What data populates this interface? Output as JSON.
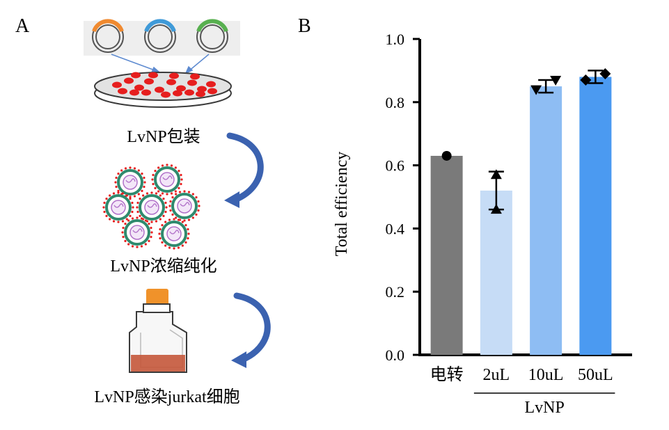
{
  "panel_a": {
    "label": "A",
    "steps": [
      "LvNP包装",
      "LvNP浓缩纯化",
      "LvNP感染jurkat细胞"
    ],
    "plasmid_colors": [
      "#f08a30",
      "#3f9ad8",
      "#58b050"
    ],
    "cell_color": "#e61e1e",
    "arrow_color": "#3b62b0",
    "particle_ring_color": "#2f8a6e",
    "particle_core_color": "#b070c8",
    "flask_cap_color": "#f0922a",
    "medium_color": "#c4573a"
  },
  "panel_b": {
    "label": "B",
    "group_label": "LvNP"
  },
  "chart_data": {
    "type": "bar",
    "title": "",
    "xlabel": "",
    "ylabel": "Total efficiency",
    "ylim": [
      0,
      1.0
    ],
    "yticks": [
      "0.0",
      "0.2",
      "0.4",
      "0.6",
      "0.8",
      "1.0"
    ],
    "grid": false,
    "categories": [
      "电转",
      "2uL",
      "10uL",
      "50uL"
    ],
    "values": [
      0.63,
      0.52,
      0.85,
      0.88
    ],
    "errors": [
      0,
      0.06,
      0.02,
      0.02
    ],
    "bar_colors": [
      "#7a7a7a",
      "#c6dcf6",
      "#8ebdf3",
      "#4b9af1"
    ],
    "points": [
      {
        "category": "电转",
        "marker": "circle",
        "values": [
          0.63
        ]
      },
      {
        "category": "2uL",
        "marker": "triangle-up",
        "values": [
          0.57,
          0.46
        ]
      },
      {
        "category": "10uL",
        "marker": "triangle-down",
        "values": [
          0.84,
          0.87
        ]
      },
      {
        "category": "50uL",
        "marker": "diamond",
        "values": [
          0.87,
          0.89
        ]
      }
    ]
  }
}
